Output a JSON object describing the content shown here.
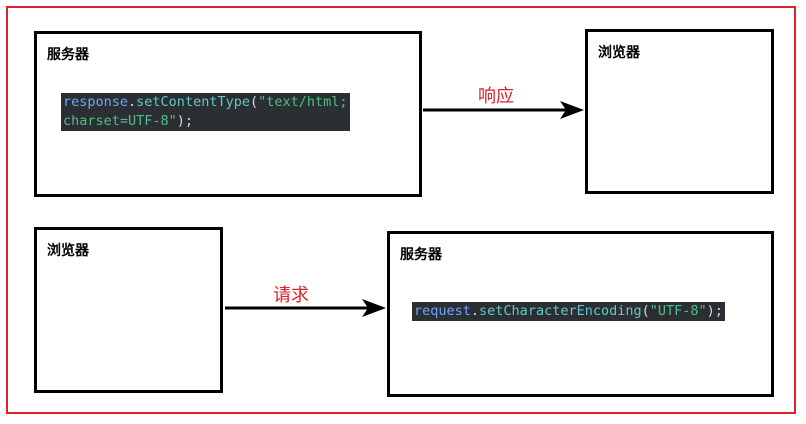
{
  "colors": {
    "frame": "#e0202a",
    "label": "#e0202a",
    "code_bg": "#2b2f33"
  },
  "top": {
    "server_label": "服务器",
    "browser_label": "浏览器",
    "arrow_label": "响应",
    "code": {
      "line1_obj": "response",
      "line1_dot": ".",
      "line1_fn": "setContentType",
      "line1_paren": "(",
      "line1_str": "\"text/html;",
      "line2_str": "charset=UTF-8\"",
      "line2_end": ");"
    }
  },
  "bottom": {
    "browser_label": "浏览器",
    "server_label": "服务器",
    "arrow_label": "请求",
    "code": {
      "obj": "request",
      "dot": ".",
      "fn": "setCharacterEncoding",
      "paren": "(",
      "str": "\"UTF-8\"",
      "end": ");"
    }
  }
}
